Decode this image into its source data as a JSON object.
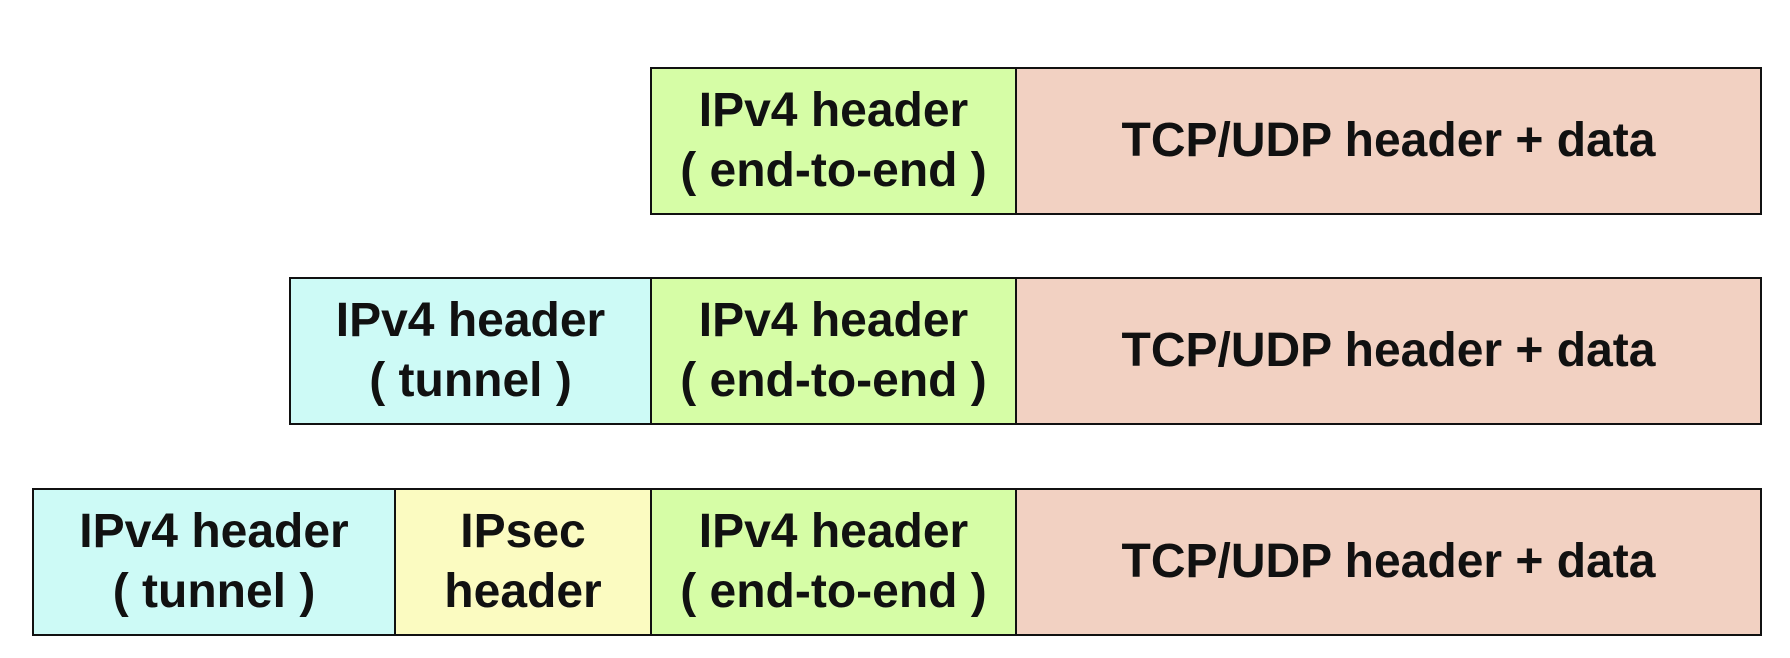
{
  "colors": {
    "tunnel_ipv4": "#cdfaf6",
    "ipsec": "#fbfbc1",
    "end_to_end_ipv4": "#d6fda6",
    "payload": "#f2d1c2",
    "border": "#111111"
  },
  "rows": [
    {
      "cells": [
        {
          "line1": "IPv4 header",
          "line2": "( end-to-end )"
        },
        {
          "line1": "TCP/UDP header + data"
        }
      ]
    },
    {
      "cells": [
        {
          "line1": "IPv4 header",
          "line2": "( tunnel )"
        },
        {
          "line1": "IPv4 header",
          "line2": "( end-to-end )"
        },
        {
          "line1": "TCP/UDP header + data"
        }
      ]
    },
    {
      "cells": [
        {
          "line1": "IPv4 header",
          "line2": "( tunnel )"
        },
        {
          "line1": "IPsec",
          "line2": "header"
        },
        {
          "line1": "IPv4 header",
          "line2": "( end-to-end )"
        },
        {
          "line1": "TCP/UDP header + data"
        }
      ]
    }
  ]
}
